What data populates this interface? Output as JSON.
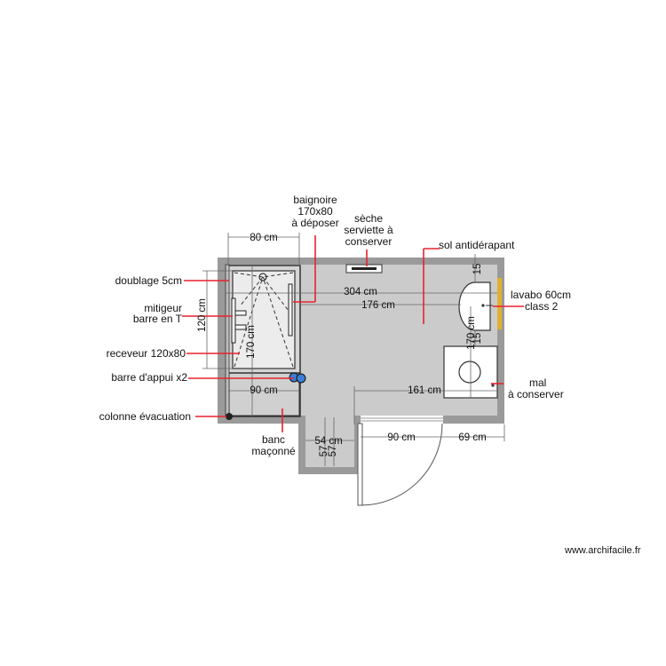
{
  "annotations": {
    "baignoire": [
      "baignoire",
      "170x80",
      "à déposer"
    ],
    "seche": [
      "sèche",
      "serviette à",
      "conserver"
    ],
    "sol": "sol antidérapant",
    "doublage": "doublage 5cm",
    "mitigeur": [
      "mitigeur",
      "barre en T"
    ],
    "receveur": "receveur 120x80",
    "barre_appui": "barre d'appui x2",
    "colonne": "colonne évacuation",
    "banc": [
      "banc",
      "maçonné"
    ],
    "lavabo": [
      "lavabo 60cm",
      "class 2"
    ],
    "wc": [
      "mal",
      "à conserver"
    ]
  },
  "dimensions": {
    "d80": "80 cm",
    "d304": "304 cm",
    "d176": "176 cm",
    "d120": "120 cm",
    "d170a": "170 cm",
    "d90a": "90 cm",
    "d161": "161 cm",
    "d54": "54 cm",
    "d57a": "57",
    "d57b": "57",
    "d90b": "90 cm",
    "d69": "69 cm",
    "d170b": "170 cm",
    "d15a": "15",
    "d15b": "15"
  },
  "watermark": "www.archifacile.fr",
  "colors": {
    "wall": "#9a9a9a",
    "floor": "#cbcbcb",
    "annotation_line": "#e8222e",
    "lavabo_accent": "#e0b030",
    "barre_appui": "#3b7fd6",
    "dimension_line": "#555555"
  }
}
